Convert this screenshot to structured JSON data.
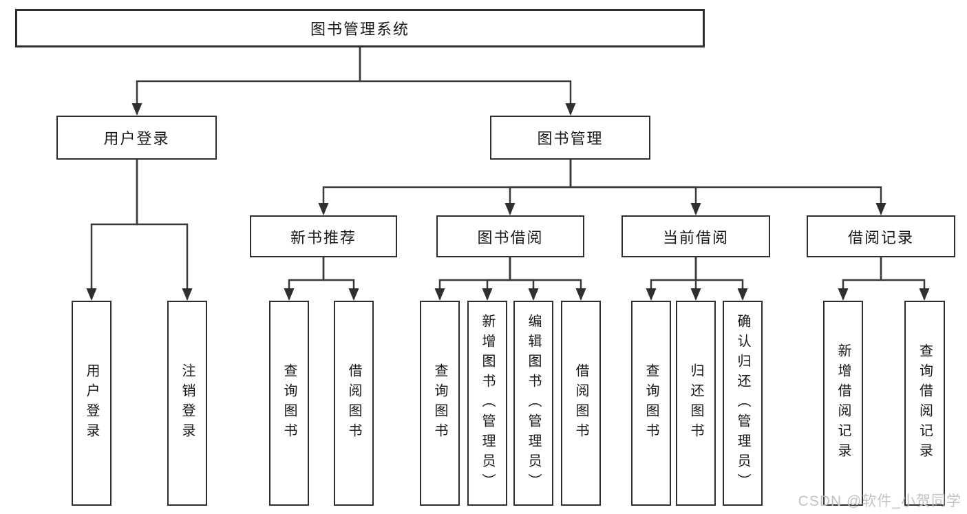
{
  "diagram": {
    "nodes": {
      "root": {
        "label": "图书管理系统"
      },
      "user_login": {
        "label": "用户登录"
      },
      "book_mgmt": {
        "label": "图书管理"
      },
      "new_book_rec": {
        "label": "新书推荐"
      },
      "book_borrow": {
        "label": "图书借阅"
      },
      "current_borrow": {
        "label": "当前借阅"
      },
      "borrow_record": {
        "label": "借阅记录"
      },
      "login": {
        "label": "用户登录"
      },
      "logout": {
        "label": "注销登录"
      },
      "query_book_a": {
        "label": "查询图书"
      },
      "borrow_book_a": {
        "label": "借阅图书"
      },
      "query_book_b": {
        "label": "查询图书"
      },
      "add_book_admin": {
        "label": "新增图书（管理员）"
      },
      "edit_book_admin": {
        "label": "编辑图书（管理员）"
      },
      "borrow_book_b": {
        "label": "借阅图书"
      },
      "query_book_c": {
        "label": "查询图书"
      },
      "return_book": {
        "label": "归还图书"
      },
      "confirm_return_admin": {
        "label": "确认归还（管理员）"
      },
      "add_borrow_record": {
        "label": "新增借阅记录"
      },
      "query_borrow_record": {
        "label": "查询借阅记录"
      }
    },
    "tree": {
      "图书管理系统": {
        "用户登录": [
          "用户登录",
          "注销登录"
        ],
        "图书管理": {
          "新书推荐": [
            "查询图书",
            "借阅图书"
          ],
          "图书借阅": [
            "查询图书",
            "新增图书（管理员）",
            "编辑图书（管理员）",
            "借阅图书"
          ],
          "当前借阅": [
            "查询图书",
            "归还图书",
            "确认归还（管理员）"
          ],
          "借阅记录": [
            "新增借阅记录",
            "查询借阅记录"
          ]
        }
      }
    },
    "edges": [
      [
        "root",
        "user_login"
      ],
      [
        "root",
        "book_mgmt"
      ],
      [
        "user_login",
        "login"
      ],
      [
        "user_login",
        "logout"
      ],
      [
        "book_mgmt",
        "new_book_rec"
      ],
      [
        "book_mgmt",
        "book_borrow"
      ],
      [
        "book_mgmt",
        "current_borrow"
      ],
      [
        "book_mgmt",
        "borrow_record"
      ],
      [
        "new_book_rec",
        "query_book_a"
      ],
      [
        "new_book_rec",
        "borrow_book_a"
      ],
      [
        "book_borrow",
        "query_book_b"
      ],
      [
        "book_borrow",
        "add_book_admin"
      ],
      [
        "book_borrow",
        "edit_book_admin"
      ],
      [
        "book_borrow",
        "borrow_book_b"
      ],
      [
        "current_borrow",
        "query_book_c"
      ],
      [
        "current_borrow",
        "return_book"
      ],
      [
        "current_borrow",
        "confirm_return_admin"
      ],
      [
        "borrow_record",
        "add_borrow_record"
      ],
      [
        "borrow_record",
        "query_borrow_record"
      ]
    ],
    "colors": {
      "line": "#3a3a3a",
      "box_border": "#2e2e2e",
      "box_fill": "#ffffff",
      "text": "#181818",
      "watermark": "#c2c2c2"
    }
  },
  "watermark": {
    "text": "CSDN @软件_小贺同学"
  }
}
